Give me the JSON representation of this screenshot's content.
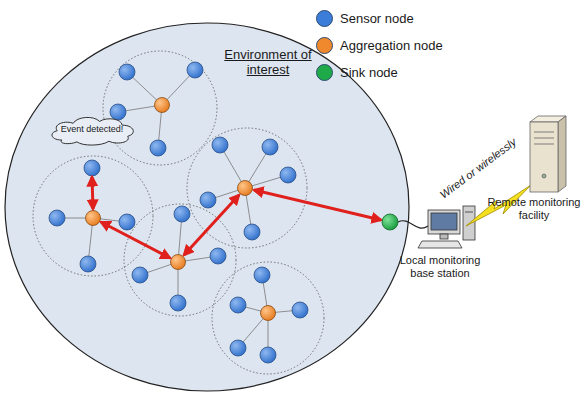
{
  "diagram": {
    "nodes": [
      {
        "text": [
          "Environment of interest"
        ]
      },
      {
        "text": [
          "Event detected!"
        ],
        "in": 0
      }
    ],
    "labels": [
      "Wired or wirelessly",
      "Remote monitoring facility",
      "Local monitoring base station"
    ],
    "legend": [
      {
        "text": "Sensor node",
        "color": "#3b7dd8"
      },
      {
        "text": "Aggregation node",
        "color": "#f0892e"
      },
      {
        "text": "Sink node",
        "color": "#1faa4a"
      }
    ]
  }
}
